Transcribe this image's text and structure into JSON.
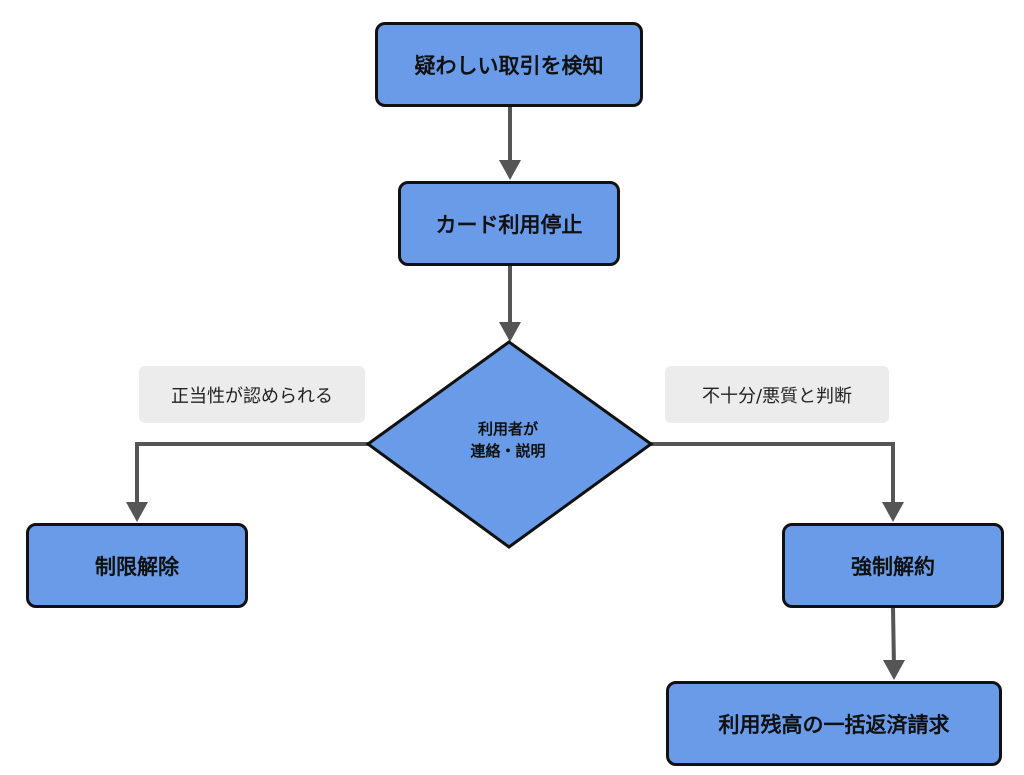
{
  "nodes": {
    "detect": "疑わしい取引を検知",
    "suspend": "カード利用停止",
    "decision_line1": "利用者が",
    "decision_line2": "連絡・説明",
    "lift": "制限解除",
    "terminate": "強制解約",
    "claim": "利用残高の一括返済請求"
  },
  "edge_labels": {
    "legitimate": "正当性が認められる",
    "malicious": "不十分/悪質と判断"
  },
  "colors": {
    "node_fill": "#6a9be8",
    "node_stroke": "#111111",
    "edge": "#555555",
    "label_bg": "#ececec"
  }
}
